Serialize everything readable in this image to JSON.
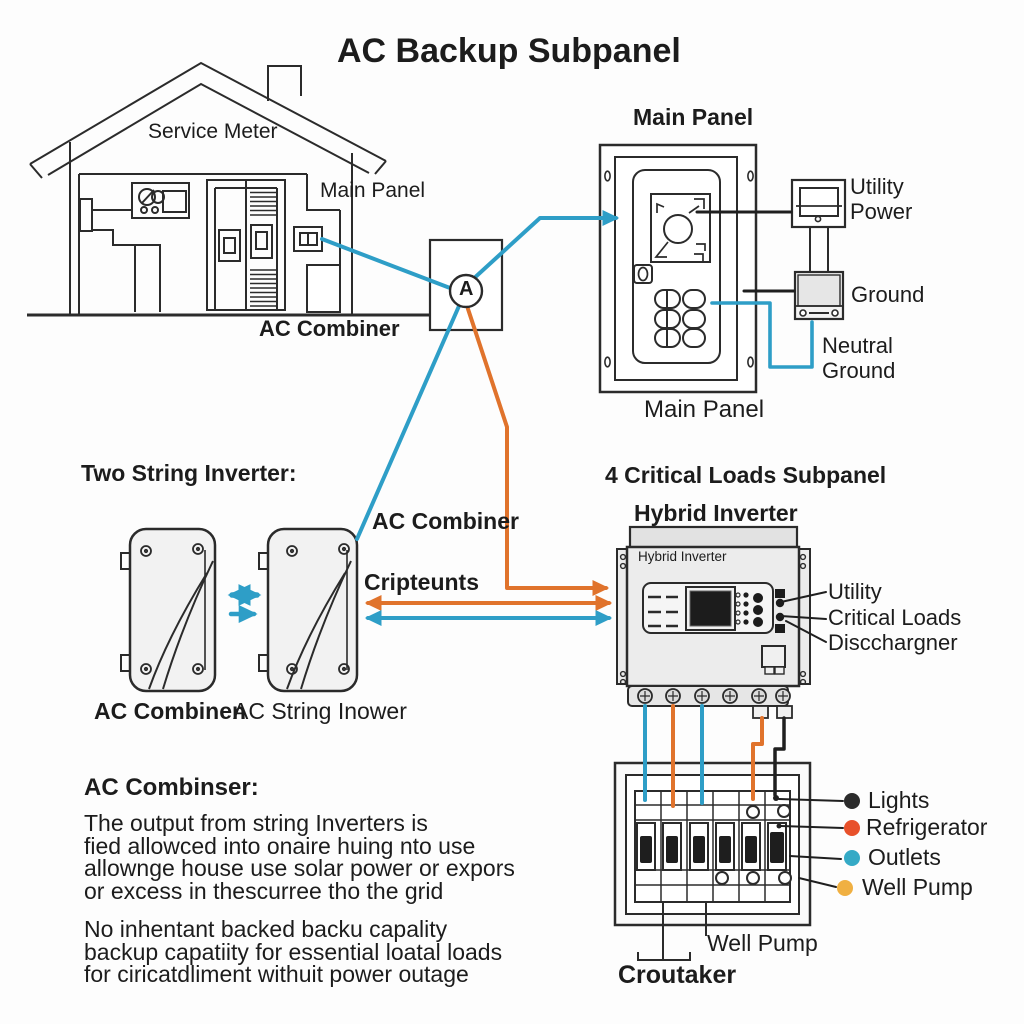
{
  "title": "AC Backup Subpanel",
  "colors": {
    "wire_teal": "#2E9EC7",
    "wire_orange": "#E0732C",
    "wire_black": "#1F1F1F",
    "device_fill": "#ECECEC"
  },
  "house": {
    "service_meter": "Service Meter",
    "main_panel": "Main Panel",
    "ac_combiner": "AC Combiner"
  },
  "combiner_node": {
    "label": "A"
  },
  "main_panel": {
    "title": "Main Panel",
    "caption": "Main Panel",
    "utility_power": "Utility\nPower",
    "ground": "Ground",
    "neutral_ground": "Neutral\nGround"
  },
  "string_inverters": {
    "heading": "Two String Inverter:",
    "ac_combiner": "AC Combiner",
    "circuits": "Cripteunts",
    "left_caption": "AC Combinen",
    "right_caption": "AC String Inower"
  },
  "hybrid_inverter": {
    "heading": "4 Critical Loads Subpanel",
    "subheading": "Hybrid Inverter",
    "device_label": "Hybrid Inverter",
    "utility": "Utility",
    "critical_loads": "Critical Loads",
    "discharger": "Discchargner"
  },
  "subpanel": {
    "legend": [
      {
        "label": "Lights",
        "color": "#2B2B2B"
      },
      {
        "label": "Refrigerator",
        "color": "#E8512B"
      },
      {
        "label": "Outlets",
        "color": "#35AAC6"
      },
      {
        "label": "Well Pump",
        "color": "#F0B042"
      }
    ],
    "well_pump": "Well Pump",
    "breaker": "Croutaker"
  },
  "notes": {
    "heading": "AC Combinser:",
    "paragraph1": "The output from string Inverters is\nfied allowced into onaire huing nto use\nallownge house use solar power or expors\nor excess in thescurree tho the grid",
    "paragraph2": "No inhentant backed backu capality\nbackup capatiity for essential loatal loads\nfor ciricatdliment withuit power outage"
  }
}
